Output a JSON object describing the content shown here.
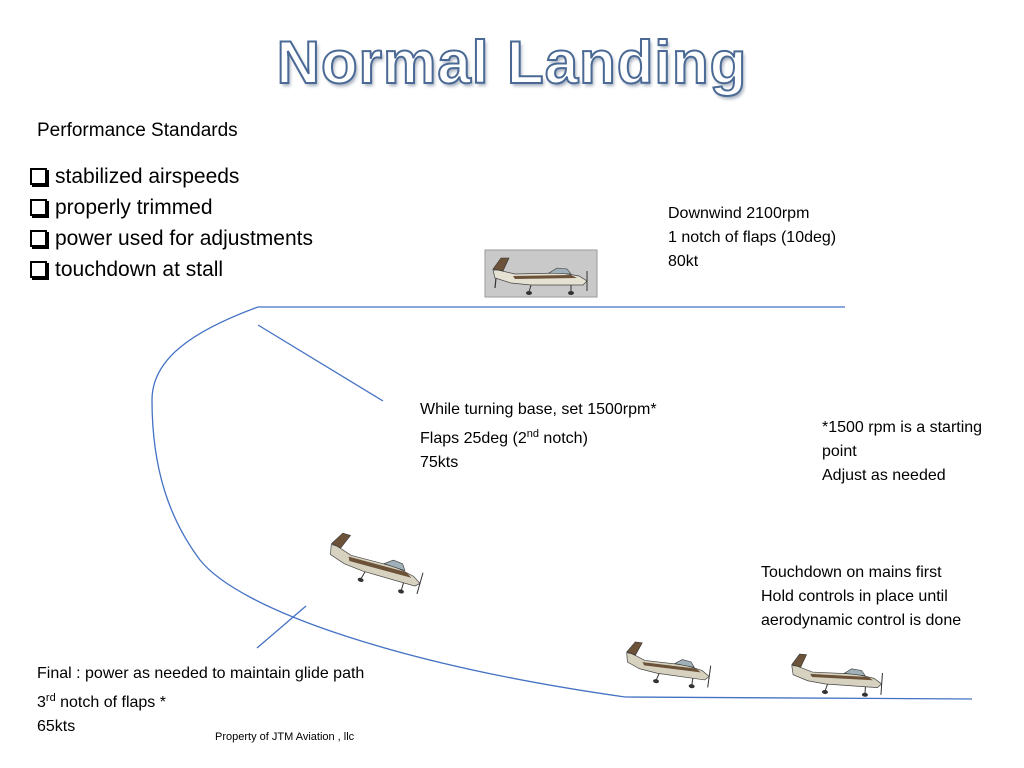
{
  "slide": {
    "title": "Normal Landing",
    "performance_heading": "Performance Standards",
    "checklist": [
      "stabilized airspeeds",
      "properly trimmed",
      "power used for adjustments",
      "touchdown at stall"
    ],
    "downwind": {
      "line1": "Downwind  2100rpm",
      "line2": "1 notch of flaps (10deg)",
      "line3": "80kt"
    },
    "base": {
      "line1": "While turning base, set 1500rpm*",
      "line2_pre": "Flaps 25deg (2",
      "line2_sup": "nd",
      "line2_post": " notch)",
      "line3": "75kts"
    },
    "rpm_note": {
      "line1": "*1500 rpm is a starting",
      "line2": "point",
      "line3": "Adjust as needed"
    },
    "touchdown": {
      "line1": "Touchdown on mains first",
      "line2": "Hold controls in place until",
      "line3": "aerodynamic control is done"
    },
    "final": {
      "line1": "Final : power as needed to maintain glide path",
      "line2_pre": "3",
      "line2_sup": "rd",
      "line2_post": " notch of flaps *",
      "line3": "65kts"
    },
    "footer": "Property of JTM Aviation , llc"
  },
  "colors": {
    "title_outline": "#4a6a95",
    "path_line": "#4472c4",
    "plane_body": "#d7d2bf",
    "plane_stripe": "#6b5238",
    "photo_bg": "#c9c9c9"
  }
}
